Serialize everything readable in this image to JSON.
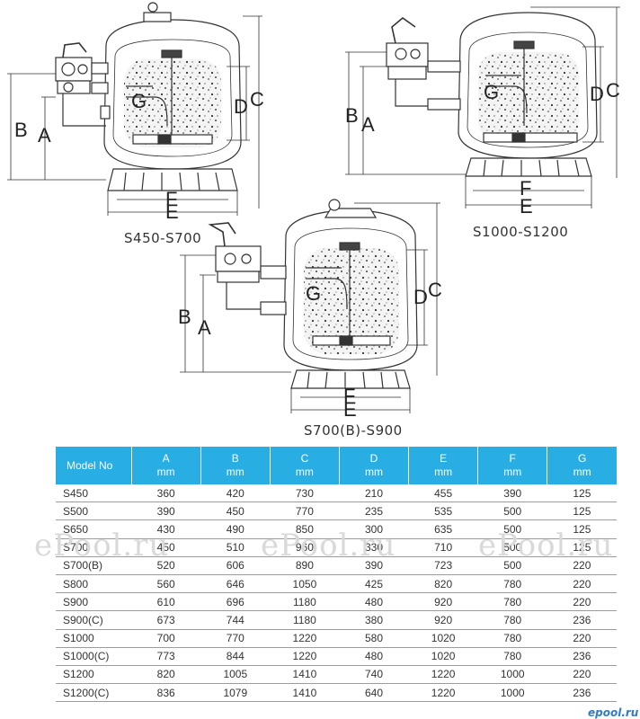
{
  "colors": {
    "header_bg": "#29aee3",
    "header_text": "#ffffff",
    "line": "#333333",
    "watermark": "#d9d9d9",
    "brand": "#2e7cc4"
  },
  "diagrams": [
    {
      "caption": "S450-S700",
      "labels": {
        "a": "A",
        "b": "B",
        "c": "C",
        "d": "D",
        "e": "E",
        "f": "F",
        "g": "G"
      }
    },
    {
      "caption": "S1000-S1200",
      "labels": {
        "a": "A",
        "b": "B",
        "c": "C",
        "d": "D",
        "e": "E",
        "f": "F",
        "g": "G"
      }
    },
    {
      "caption": "S700(B)-S900",
      "labels": {
        "a": "A",
        "b": "B",
        "c": "C",
        "d": "D",
        "e": "E",
        "f": "F",
        "g": "G"
      }
    }
  ],
  "watermark": "ePool.ru",
  "brand": "epool.ru",
  "table": {
    "headers": [
      {
        "top": "Model No",
        "unit": ""
      },
      {
        "top": "A",
        "unit": "mm"
      },
      {
        "top": "B",
        "unit": "mm"
      },
      {
        "top": "C",
        "unit": "mm"
      },
      {
        "top": "D",
        "unit": "mm"
      },
      {
        "top": "E",
        "unit": "mm"
      },
      {
        "top": "F",
        "unit": "mm"
      },
      {
        "top": "G",
        "unit": "mm"
      }
    ],
    "rows": [
      [
        "S450",
        "360",
        "420",
        "730",
        "210",
        "455",
        "390",
        "125"
      ],
      [
        "S500",
        "390",
        "450",
        "770",
        "235",
        "535",
        "500",
        "125"
      ],
      [
        "S650",
        "430",
        "490",
        "850",
        "300",
        "635",
        "500",
        "125"
      ],
      [
        "S700",
        "450",
        "510",
        "960",
        "330",
        "710",
        "500",
        "125"
      ],
      [
        "S700(B)",
        "520",
        "606",
        "890",
        "390",
        "723",
        "500",
        "220"
      ],
      [
        "S800",
        "560",
        "646",
        "1050",
        "425",
        "820",
        "780",
        "220"
      ],
      [
        "S900",
        "610",
        "696",
        "1180",
        "480",
        "920",
        "780",
        "220"
      ],
      [
        "S900(C)",
        "673",
        "744",
        "1180",
        "380",
        "920",
        "780",
        "236"
      ],
      [
        "S1000",
        "700",
        "770",
        "1220",
        "580",
        "1020",
        "780",
        "220"
      ],
      [
        "S1000(C)",
        "773",
        "844",
        "1220",
        "480",
        "1020",
        "780",
        "236"
      ],
      [
        "S1200",
        "820",
        "1005",
        "1410",
        "740",
        "1220",
        "1000",
        "220"
      ],
      [
        "S1200(C)",
        "836",
        "1079",
        "1410",
        "640",
        "1220",
        "1000",
        "236"
      ]
    ]
  }
}
